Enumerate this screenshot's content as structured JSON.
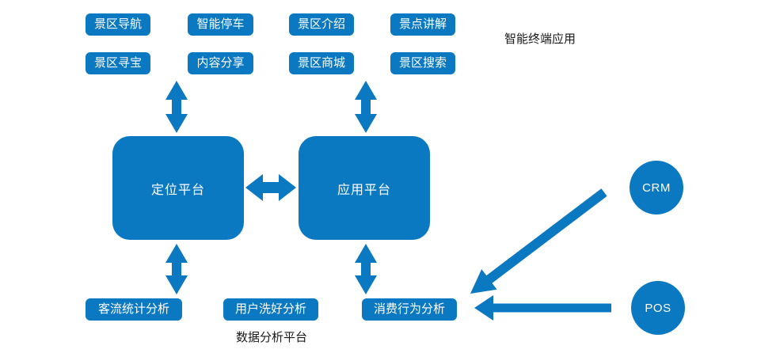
{
  "colors": {
    "accent": "#0b79c2",
    "caption_text": "#1a1a1a"
  },
  "diagram": {
    "terminal_apps": {
      "caption": "智能终端应用",
      "row1": [
        "景区导航",
        "智能停车",
        "景区介绍",
        "景点讲解"
      ],
      "row2": [
        "景区寻宝",
        "内容分享",
        "景区商城",
        "景区搜索"
      ]
    },
    "platforms": {
      "positioning": "定位平台",
      "application": "应用平台"
    },
    "data_platform": {
      "caption": "数据分析平台",
      "items": [
        "客流统计分析",
        "用户洗好分析",
        "消费行为分析"
      ]
    },
    "external_systems": {
      "crm": "CRM",
      "pos": "POS"
    }
  }
}
